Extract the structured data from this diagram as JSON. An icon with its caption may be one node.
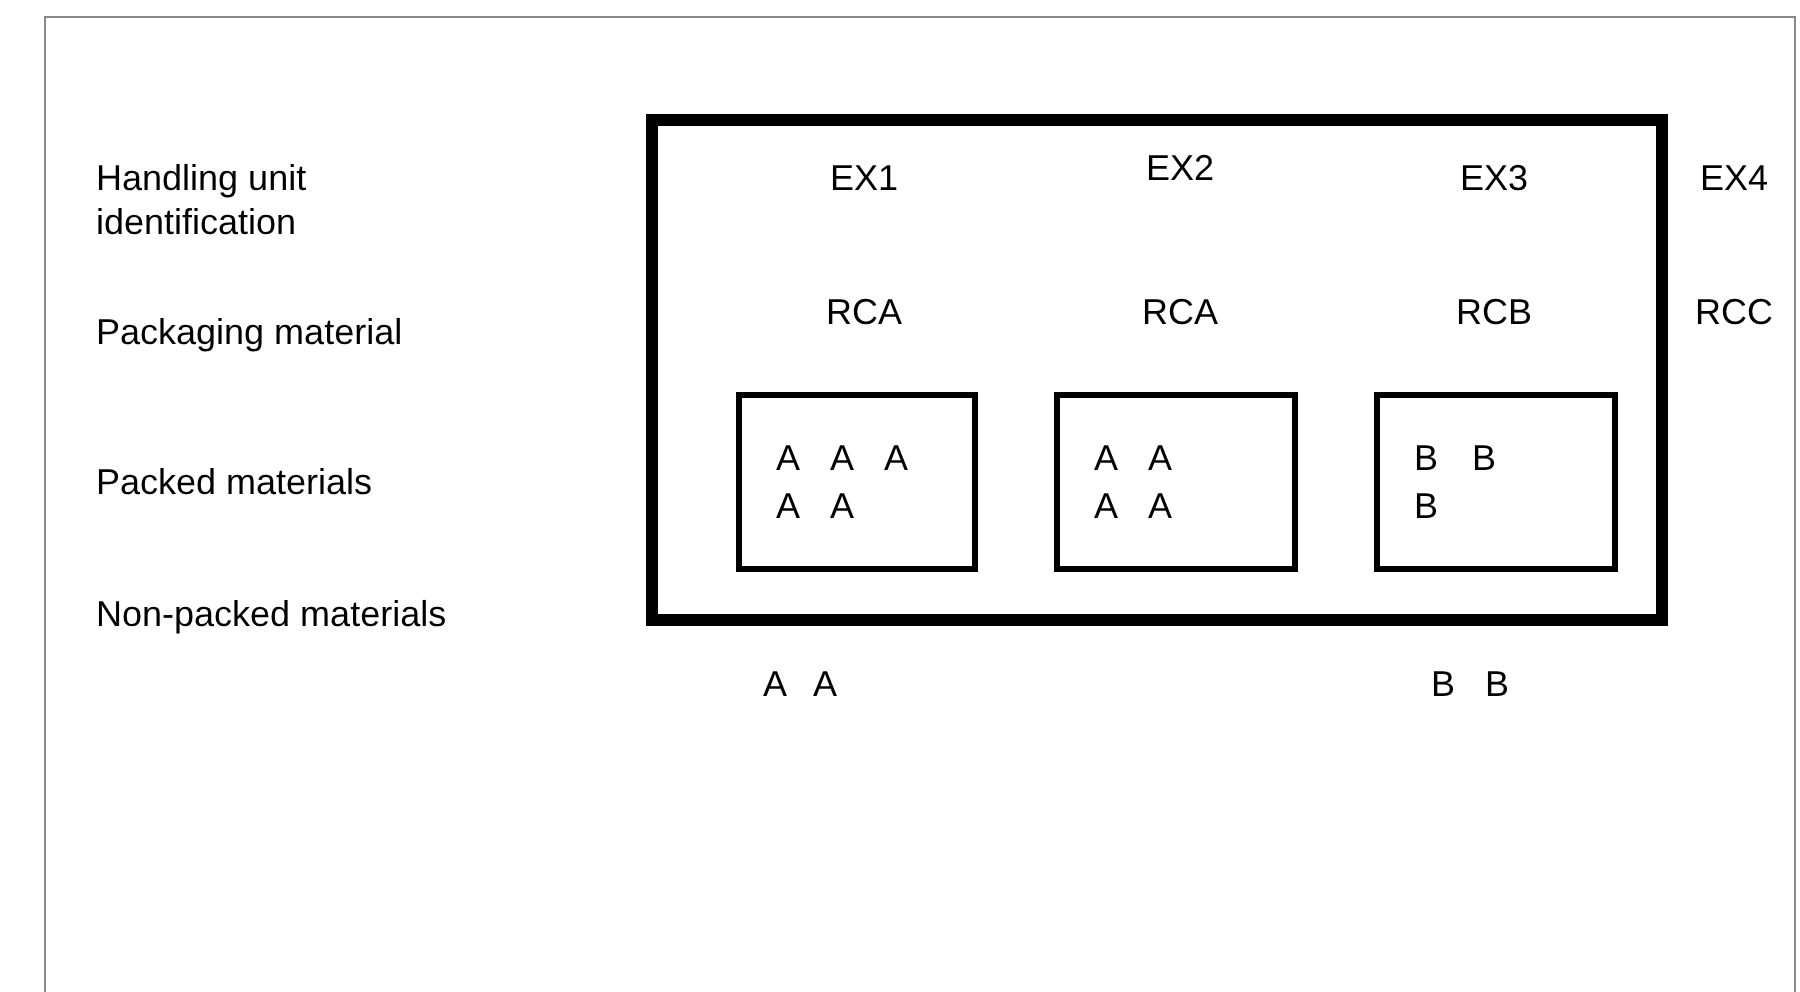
{
  "diagram": {
    "nodes": [
      {
        "text": [],
        "shape": "box"
      },
      {
        "text": [
          "A A A A A"
        ],
        "in": 0
      },
      {
        "text": [
          "A A A A"
        ],
        "in": 0
      },
      {
        "text": [
          "B B B"
        ],
        "in": 0
      }
    ],
    "labels": [
      "Handling unit identification",
      "EX1",
      "EX2",
      "EX3",
      "EX4",
      "Packaging material",
      "RCA",
      "RCA",
      "RCB",
      "RCC",
      "Packed materials",
      "Non-packed materials",
      "A A",
      "B B"
    ]
  }
}
